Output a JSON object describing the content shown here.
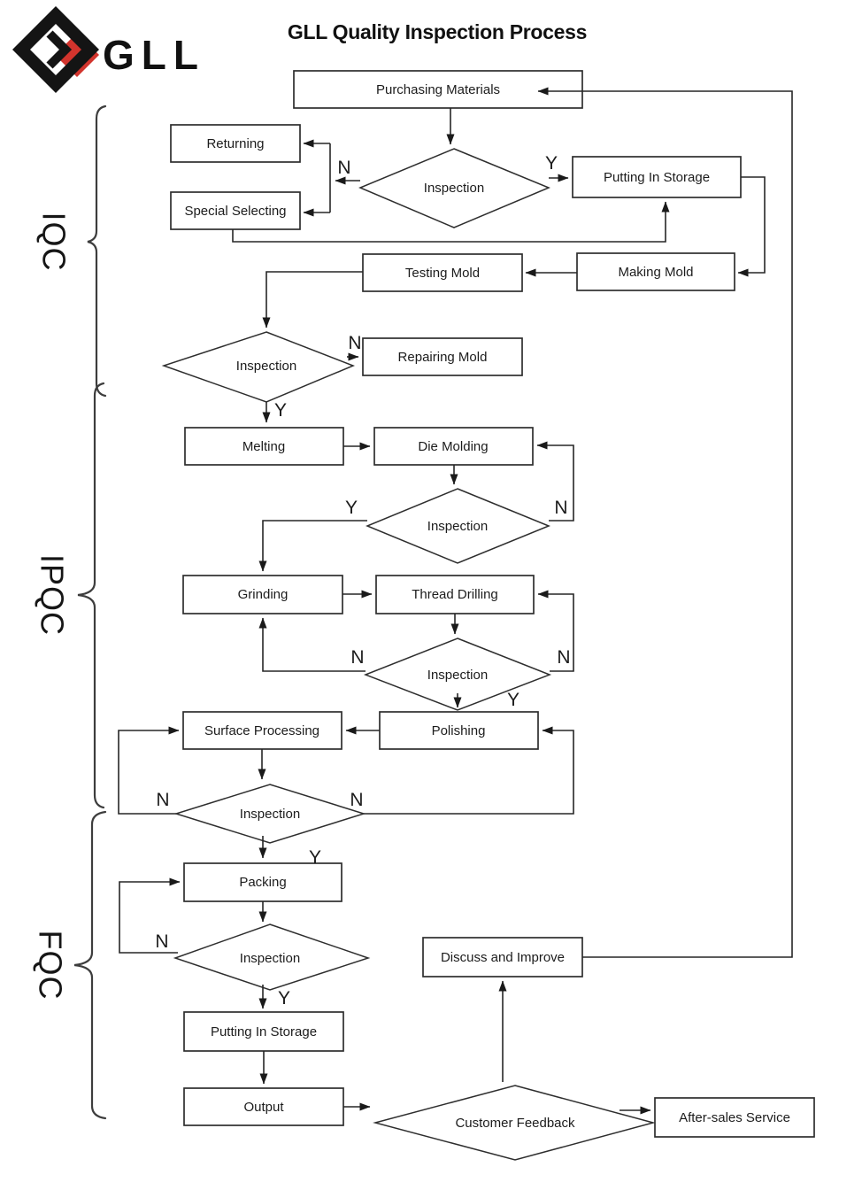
{
  "header": {
    "logo_text": "GLL",
    "title": "GLL Quality Inspection Process"
  },
  "sections": {
    "iqc": "IQC",
    "ipqc": "IPQC",
    "fqc": "FQC"
  },
  "branch_labels": {
    "yes": "Y",
    "no": "N"
  },
  "nodes": {
    "purchasing_materials": "Purchasing Materials",
    "returning": "Returning",
    "special_selecting": "Special Selecting",
    "inspection_materials": "Inspection",
    "putting_in_storage_iqc": "Putting In Storage",
    "making_mold": "Making Mold",
    "testing_mold": "Testing Mold",
    "inspection_mold": "Inspection",
    "repairing_mold": "Repairing Mold",
    "melting": "Melting",
    "die_molding": "Die Molding",
    "inspection_die_molding": "Inspection",
    "grinding": "Grinding",
    "thread_drilling": "Thread Drilling",
    "inspection_thread_drilling": "Inspection",
    "surface_processing": "Surface Processing",
    "polishing": "Polishing",
    "inspection_surface": "Inspection",
    "packing": "Packing",
    "inspection_packing": "Inspection",
    "putting_in_storage_fqc": "Putting In Storage",
    "output": "Output",
    "customer_feedback": "Customer Feedback",
    "after_sales_service": "After-sales Service",
    "discuss_and_improve": "Discuss and Improve"
  },
  "colors": {
    "accent_red": "#d2342d",
    "line": "#262626",
    "text": "#1c1c1c",
    "background": "#ffffff"
  }
}
